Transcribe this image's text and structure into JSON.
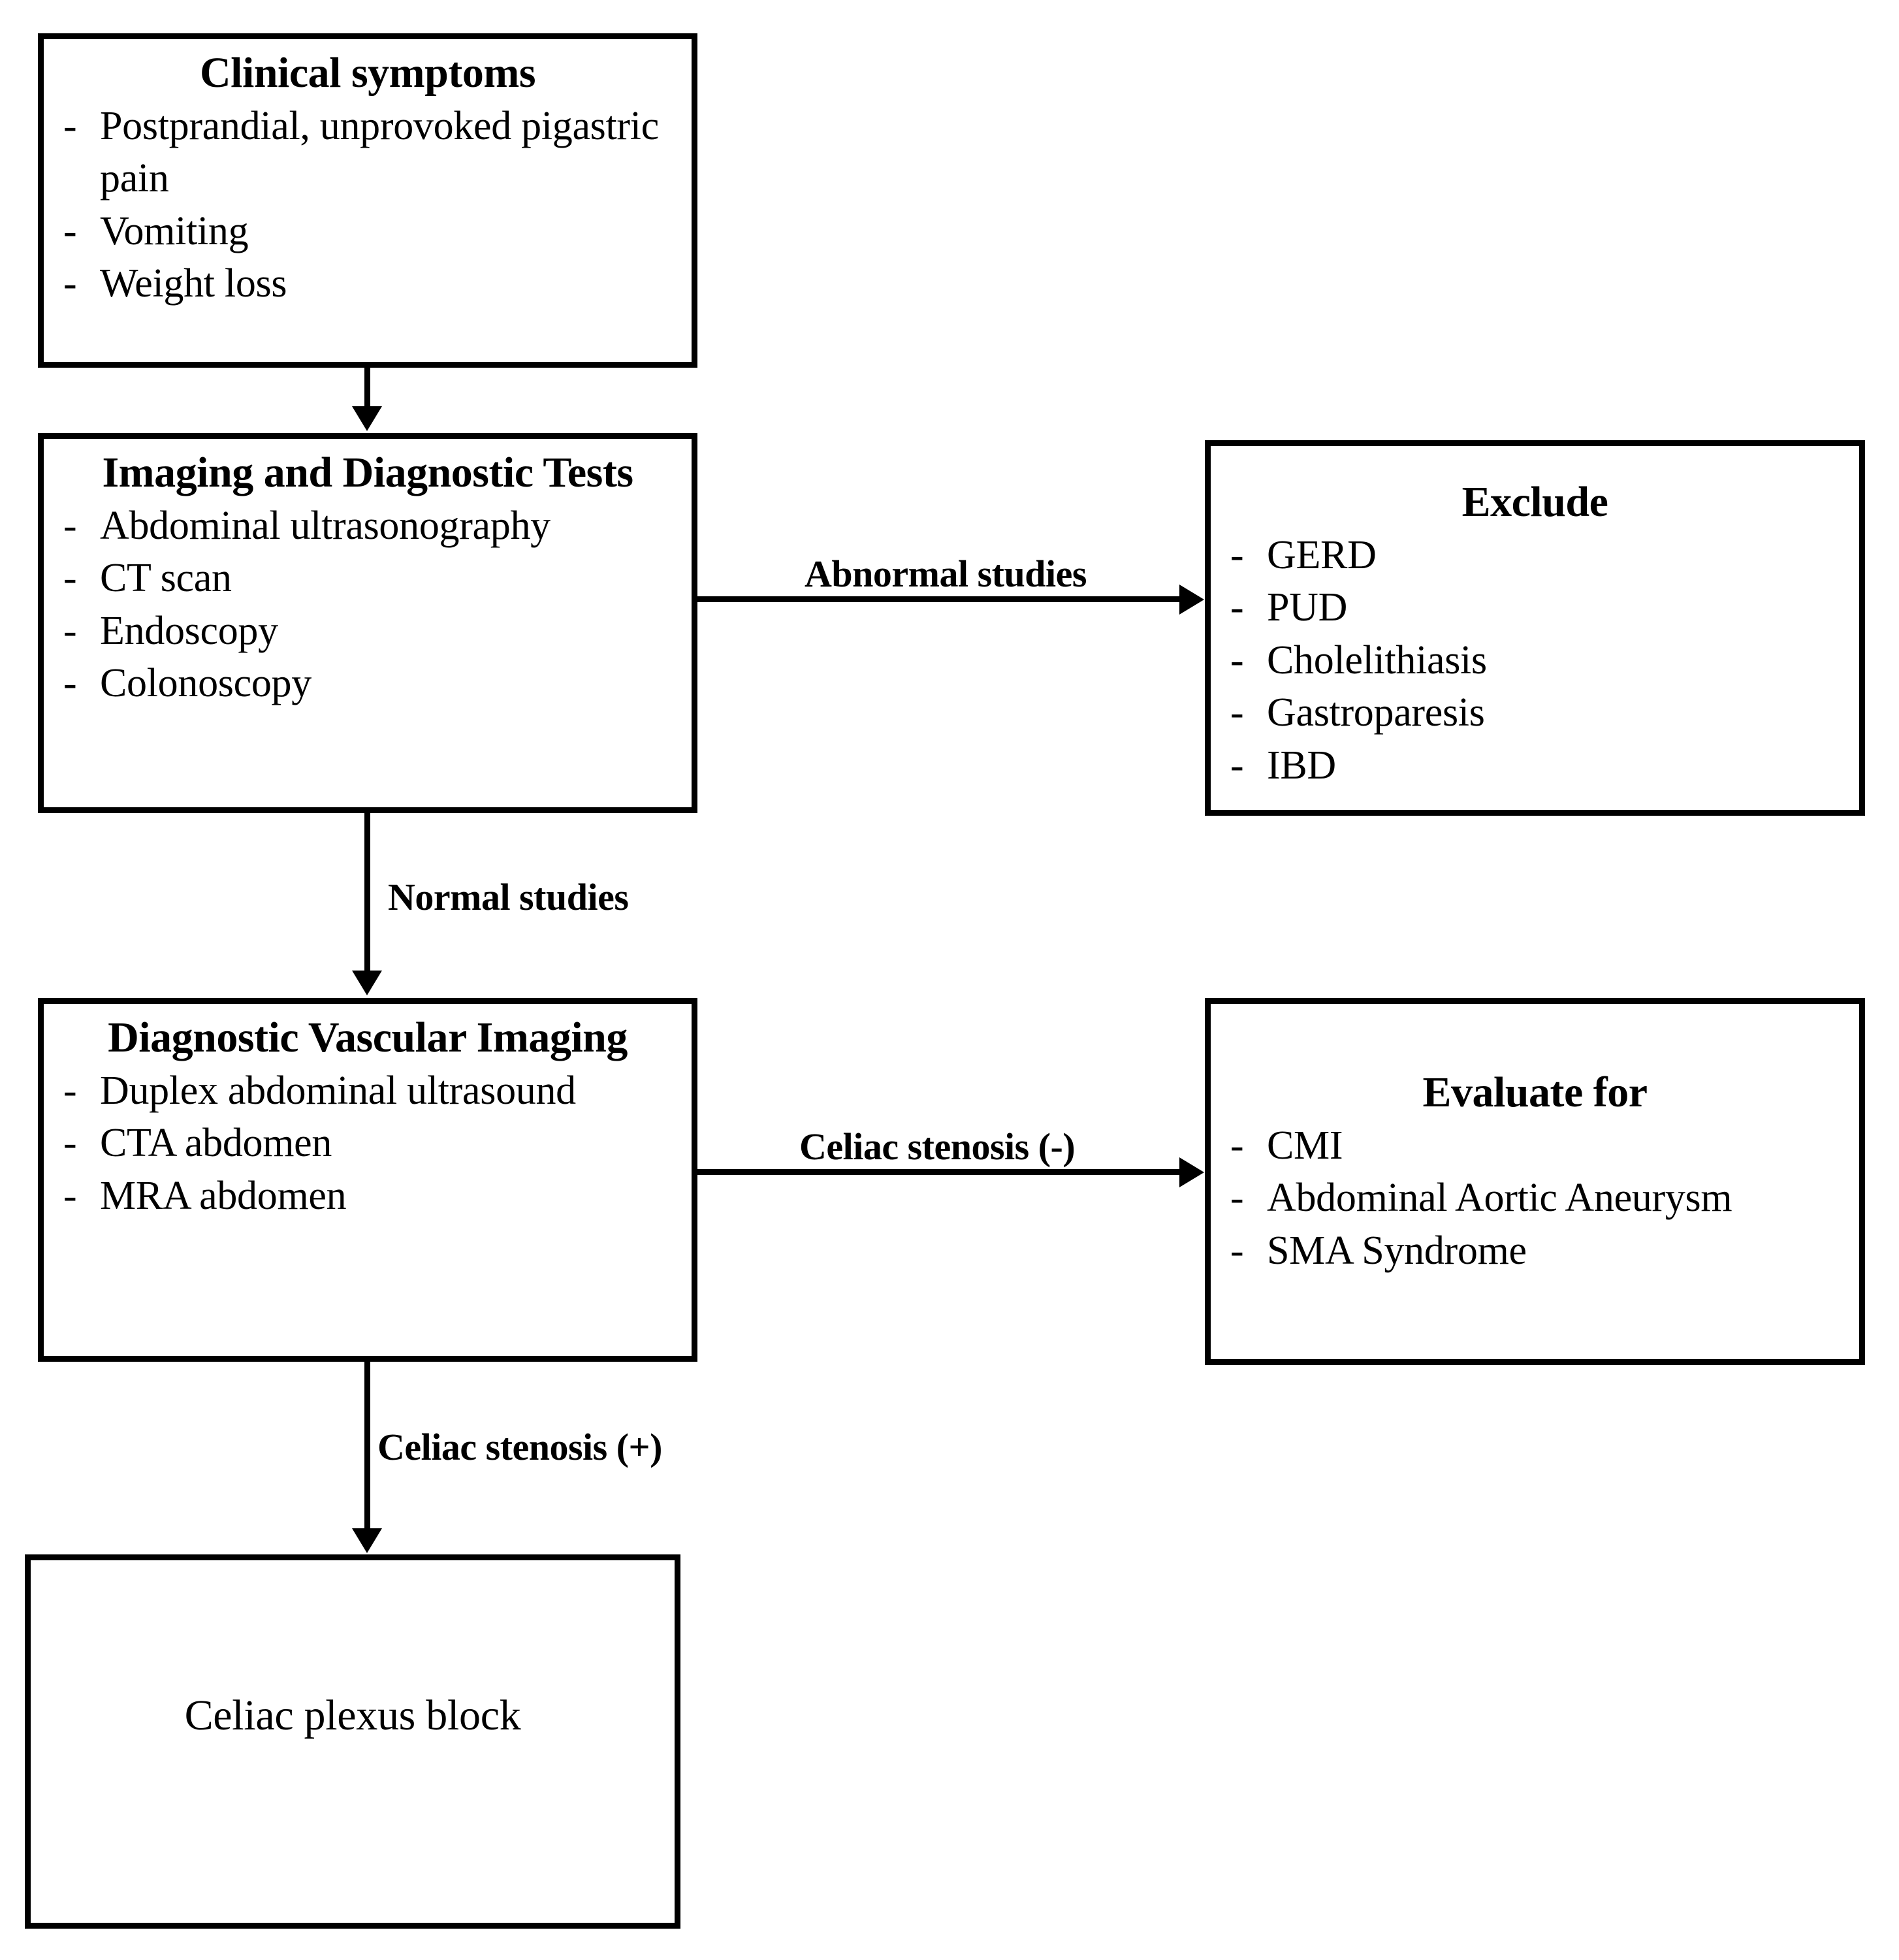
{
  "diagram": {
    "type": "flowchart",
    "title": "Diagnostic algorithm for celiac artery compression / epigastric pain",
    "orientation": "top-to-bottom with right branches"
  },
  "nodes": {
    "clinical_symptoms": {
      "title": "Clinical symptoms",
      "bullets": [
        "Postprandial, unprovoked pigastric pain",
        "Vomiting",
        "Weight loss"
      ],
      "bullet_marker": "-"
    },
    "imaging_tests": {
      "title": "Imaging and Diagnostic Tests",
      "bullets": [
        "Abdominal ultrasonography",
        "CT scan",
        "Endoscopy",
        "Colonoscopy"
      ],
      "bullet_marker": "-"
    },
    "exclude": {
      "title": "Exclude",
      "bullets": [
        "GERD",
        "PUD",
        "Cholelithiasis",
        "Gastroparesis",
        "IBD"
      ],
      "bullet_marker": "-"
    },
    "vascular_imaging": {
      "title": "Diagnostic Vascular Imaging",
      "bullets": [
        "Duplex abdominal ultrasound",
        "CTA abdomen",
        "MRA abdomen"
      ],
      "bullet_marker": "-"
    },
    "evaluate_for": {
      "title": "Evaluate for",
      "bullets": [
        "CMI",
        "Abdominal Aortic Aneurysm",
        "SMA Syndrome"
      ],
      "bullet_marker": "-"
    },
    "celiac_block": {
      "label": "Celiac plexus block"
    }
  },
  "edges": [
    {
      "id": "symptoms-to-imaging",
      "from": "clinical_symptoms",
      "to": "imaging_tests",
      "label": "",
      "direction": "down"
    },
    {
      "id": "imaging-to-exclude",
      "from": "imaging_tests",
      "to": "exclude",
      "label": "Abnormal studies",
      "direction": "right"
    },
    {
      "id": "imaging-to-vascular",
      "from": "imaging_tests",
      "to": "vascular_imaging",
      "label": "Normal studies",
      "direction": "down"
    },
    {
      "id": "vascular-to-evaluate",
      "from": "vascular_imaging",
      "to": "evaluate_for",
      "label": "Celiac stenosis (-)",
      "direction": "right"
    },
    {
      "id": "vascular-to-block",
      "from": "vascular_imaging",
      "to": "celiac_block",
      "label": "Celiac stenosis (+)",
      "direction": "down"
    }
  ],
  "colors": {
    "stroke": "#000000",
    "background": "#ffffff",
    "text": "#000000"
  }
}
